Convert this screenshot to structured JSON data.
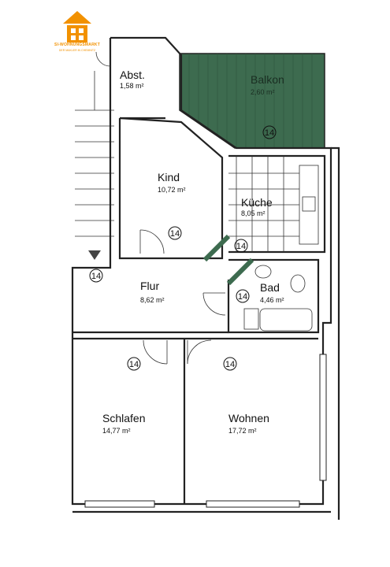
{
  "logo": {
    "brand": "SI-WOHNUNGSMARKT",
    "tagline": "DER MAKLER IN CHEMNITZ",
    "color": "#f29100"
  },
  "rooms": [
    {
      "id": "abst",
      "name": "Abst.",
      "area": "1,58 m²"
    },
    {
      "id": "balkon",
      "name": "Balkon",
      "area": "2,60 m²"
    },
    {
      "id": "kind",
      "name": "Kind",
      "area": "10,72 m²"
    },
    {
      "id": "kueche",
      "name": "Küche",
      "area": "8,05 m²"
    },
    {
      "id": "bad",
      "name": "Bad",
      "area": "4,46 m²"
    },
    {
      "id": "flur",
      "name": "Flur",
      "area": "8,62 m²"
    },
    {
      "id": "schlafen",
      "name": "Schlafen",
      "area": "14,77 m²"
    },
    {
      "id": "wohnen",
      "name": "Wohnen",
      "area": "17,72 m²"
    }
  ],
  "ceiling_marker": "14",
  "colors": {
    "balcony": "#3d6b4f",
    "wall": "#222222"
  }
}
